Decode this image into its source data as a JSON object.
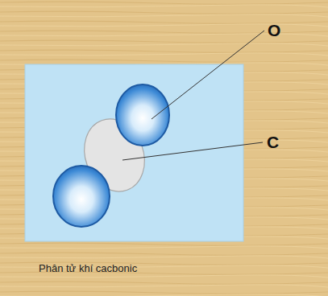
{
  "diagram": {
    "caption": "Phân tử khí cacbonic",
    "labels": [
      "O",
      "C"
    ]
  }
}
